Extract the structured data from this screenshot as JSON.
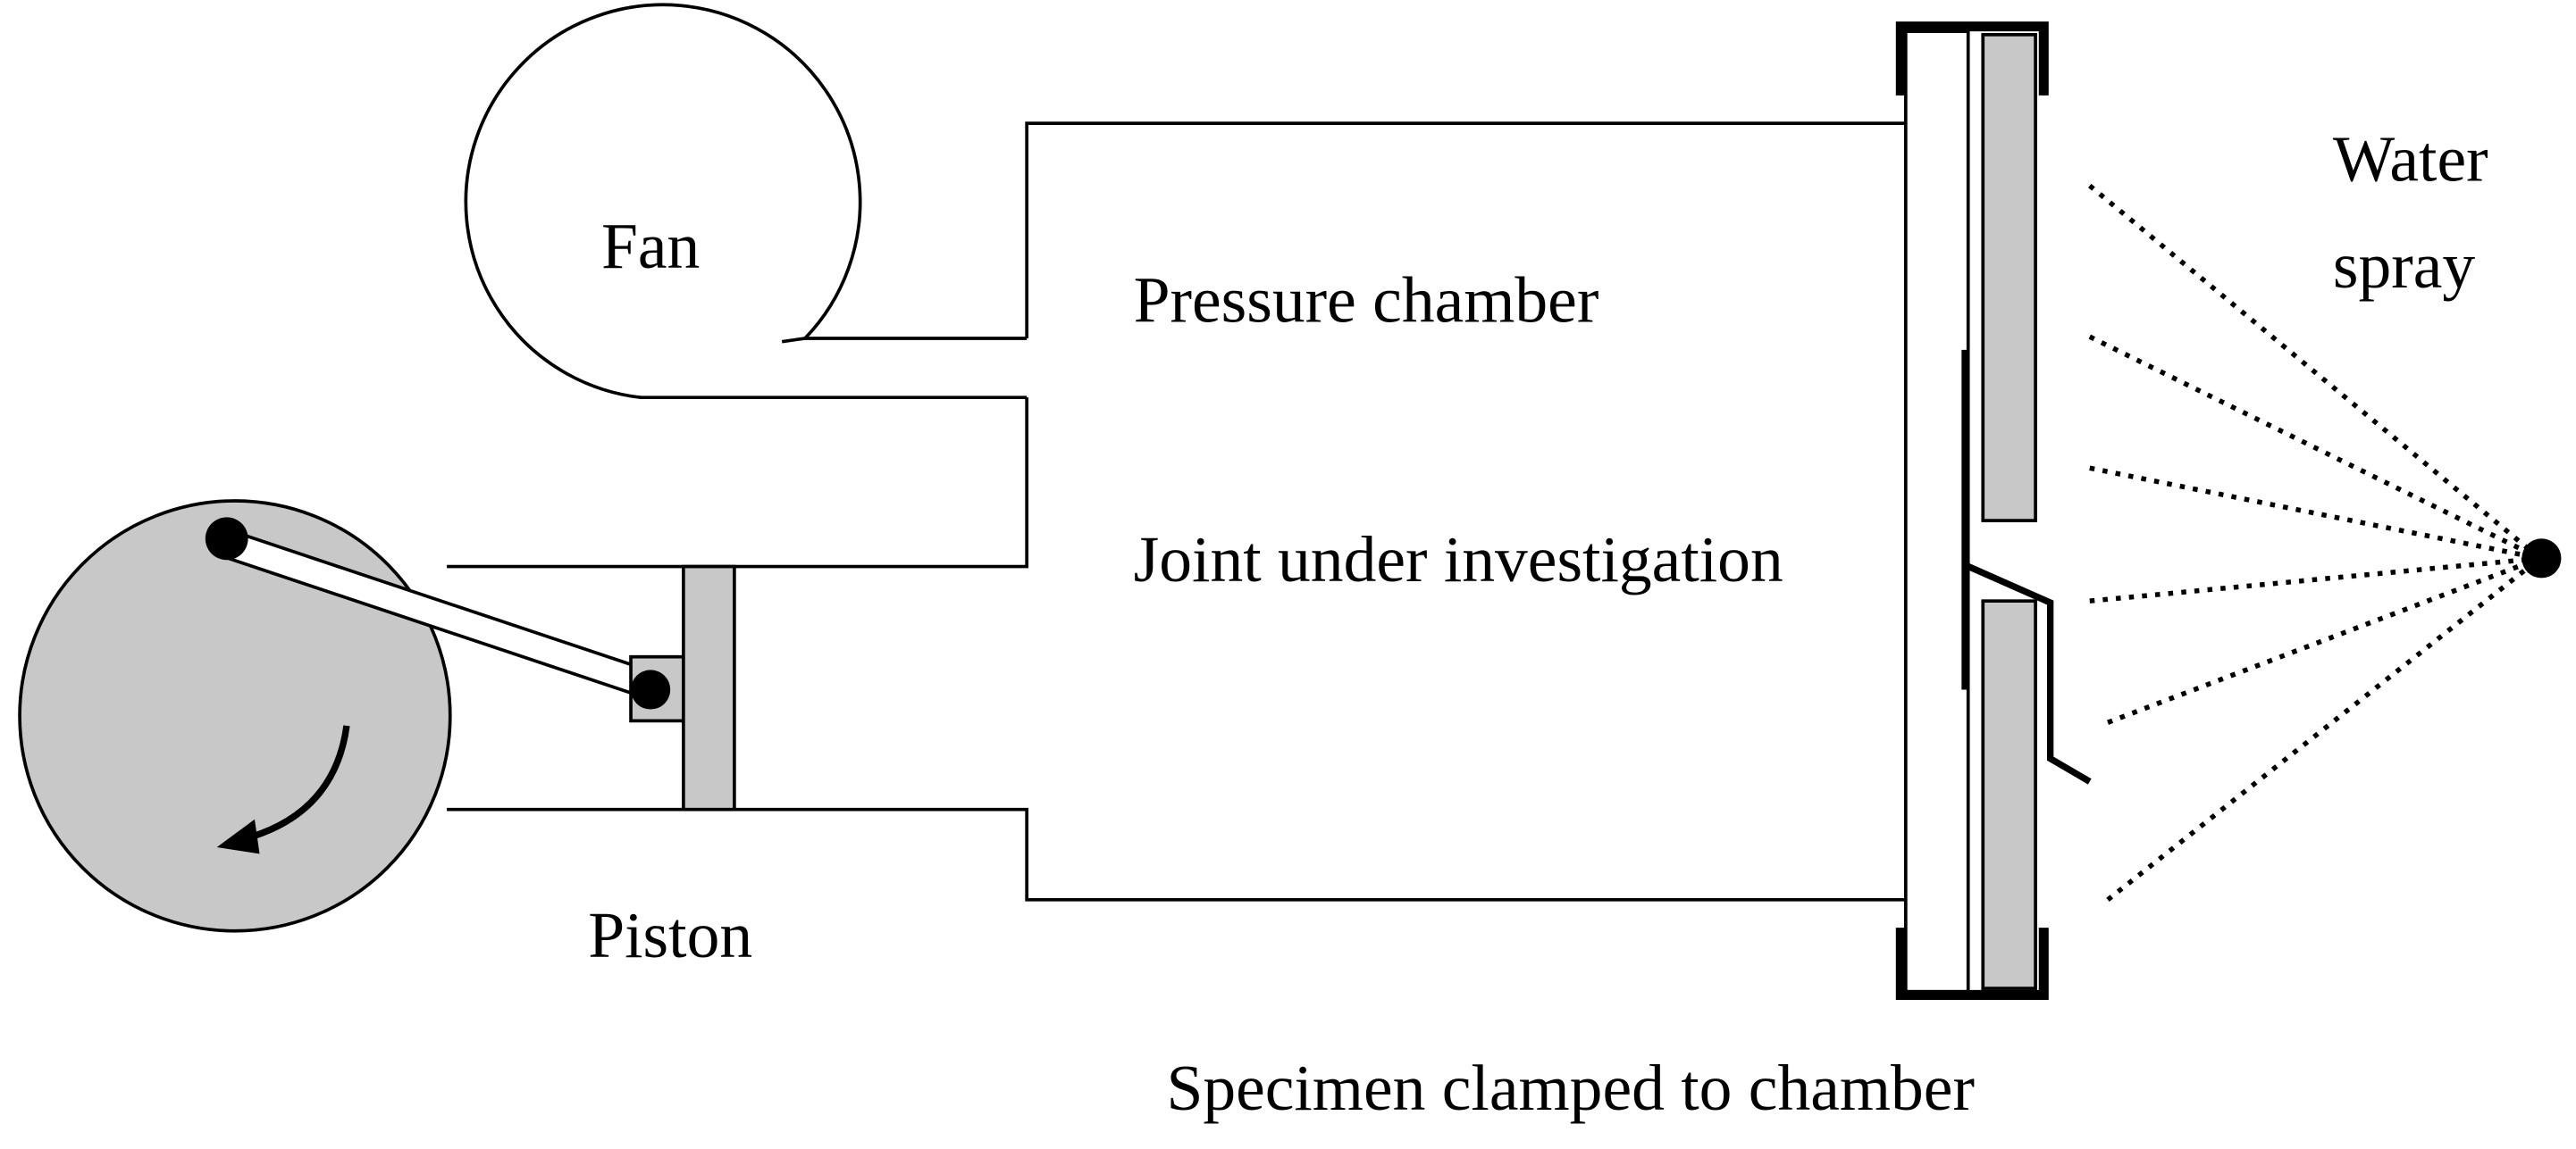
{
  "labels": {
    "fan": "Fan",
    "pressure_chamber": "Pressure chamber",
    "joint": "Joint under investigation",
    "piston": "Piston",
    "water_spray_line1": "Water",
    "water_spray_line2": "spray",
    "specimen": "Specimen clamped to chamber"
  },
  "colors": {
    "line": "#000000",
    "fill_gray": "#c8c8c8",
    "background": "#ffffff"
  },
  "icons": {
    "rotation": "curved-arrow-counterclockwise",
    "spray_nozzle": "filled-dot"
  }
}
